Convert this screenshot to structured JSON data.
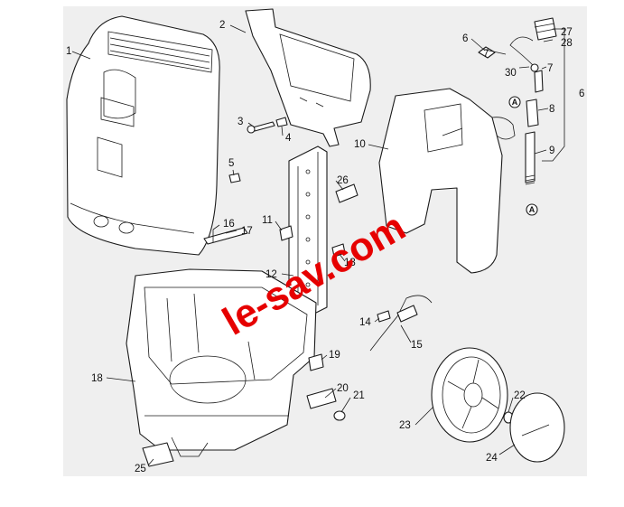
{
  "watermark": "le-sav.com",
  "marker_letter": "A",
  "parts": [
    {
      "id": "p1",
      "label": "1"
    },
    {
      "id": "p2",
      "label": "2"
    },
    {
      "id": "p3",
      "label": "3"
    },
    {
      "id": "p4",
      "label": "4"
    },
    {
      "id": "p5",
      "label": "5"
    },
    {
      "id": "p6a",
      "label": "6"
    },
    {
      "id": "p6b",
      "label": "6"
    },
    {
      "id": "p7a",
      "label": "7"
    },
    {
      "id": "p7b",
      "label": "7"
    },
    {
      "id": "p8",
      "label": "8"
    },
    {
      "id": "p9",
      "label": "9"
    },
    {
      "id": "p10",
      "label": "10"
    },
    {
      "id": "p11",
      "label": "11"
    },
    {
      "id": "p12",
      "label": "12"
    },
    {
      "id": "p13",
      "label": "13"
    },
    {
      "id": "p14",
      "label": "14"
    },
    {
      "id": "p15",
      "label": "15"
    },
    {
      "id": "p16",
      "label": "16"
    },
    {
      "id": "p17",
      "label": "17"
    },
    {
      "id": "p18",
      "label": "18"
    },
    {
      "id": "p19",
      "label": "19"
    },
    {
      "id": "p20",
      "label": "20"
    },
    {
      "id": "p21",
      "label": "21"
    },
    {
      "id": "p22",
      "label": "22"
    },
    {
      "id": "p23",
      "label": "23"
    },
    {
      "id": "p24",
      "label": "24"
    },
    {
      "id": "p25",
      "label": "25"
    },
    {
      "id": "p26",
      "label": "26"
    },
    {
      "id": "p27",
      "label": "27"
    },
    {
      "id": "p28",
      "label": "28"
    },
    {
      "id": "p30",
      "label": "30"
    }
  ]
}
